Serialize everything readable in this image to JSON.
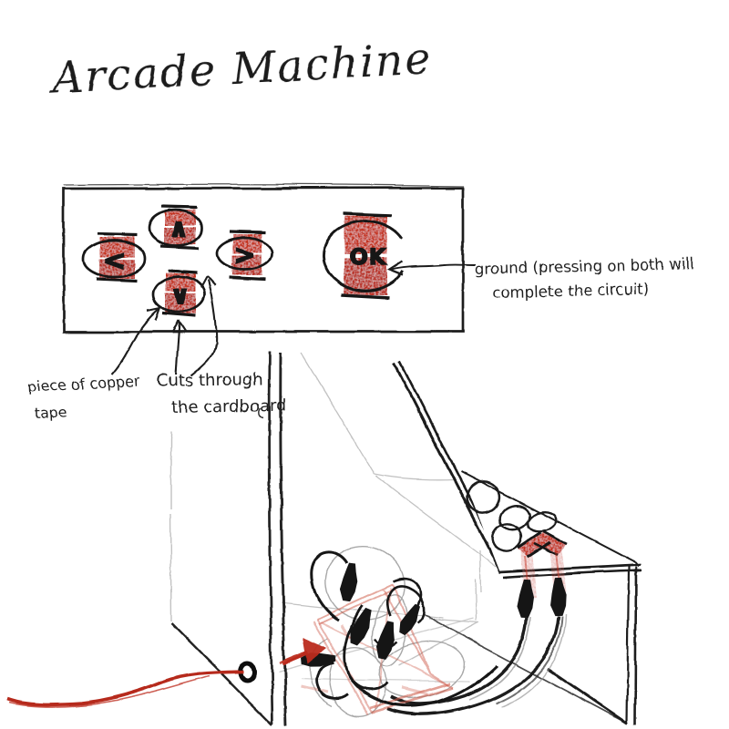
{
  "title": "Arcade Machine",
  "colors": {
    "ink": "#1d1d1d",
    "tape_red": "#c4301f",
    "tape_red_dark": "#b92d20",
    "wire_red": "#b62c1e",
    "sketch_red": "#cf6050",
    "faint_gray": "#c2c2c2"
  },
  "panel": {
    "buttons": [
      {
        "id": "left",
        "symbol": "<"
      },
      {
        "id": "up",
        "symbol": "∧"
      },
      {
        "id": "down",
        "symbol": "∨"
      },
      {
        "id": "right",
        "symbol": ">"
      },
      {
        "id": "ok",
        "symbol": "OK"
      }
    ]
  },
  "annotations": {
    "ground": {
      "line1": "ground (pressing on both will",
      "line2": "complete  the circuit)"
    },
    "copper": {
      "line1": "piece of copper",
      "line2": "tape"
    },
    "cuts": {
      "line1": "Cuts through",
      "line2": "the cardboard"
    }
  }
}
